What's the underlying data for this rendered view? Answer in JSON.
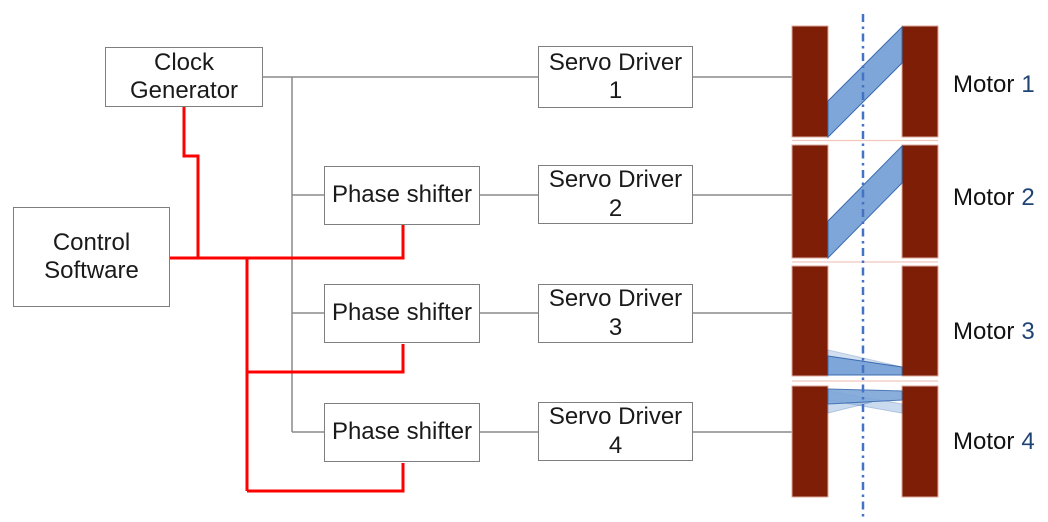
{
  "boxes": {
    "clock_generator": {
      "line1": "Clock",
      "line2": "Generator"
    },
    "control_software": {
      "line1": "Control",
      "line2": "Software"
    },
    "phase_shifters": [
      {
        "label": "Phase shifter"
      },
      {
        "label": "Phase shifter"
      },
      {
        "label": "Phase shifter"
      }
    ],
    "servo_drivers": [
      {
        "name": "Servo Driver",
        "number": "1"
      },
      {
        "name": "Servo Driver",
        "number": "2"
      },
      {
        "name": "Servo Driver",
        "number": "3"
      },
      {
        "name": "Servo Driver",
        "number": "4"
      }
    ]
  },
  "motors": [
    {
      "name": "Motor",
      "number": "1"
    },
    {
      "name": "Motor",
      "number": "2"
    },
    {
      "name": "Motor",
      "number": "3"
    },
    {
      "name": "Motor",
      "number": "4"
    }
  ],
  "colors": {
    "signal_red": "#ff0000",
    "connector_gray": "#8a8a8a",
    "box_border": "#7f7f7f",
    "motor_bar": "#7e1e06",
    "motor_bar_edge": "#dfa99e",
    "band_fill": "#7ea6d8",
    "band_stroke": "#3a6bb0",
    "centerline_blue": "#4472c4",
    "motor_number": "#1f4373",
    "separator_pink": "#f1c7bd"
  }
}
